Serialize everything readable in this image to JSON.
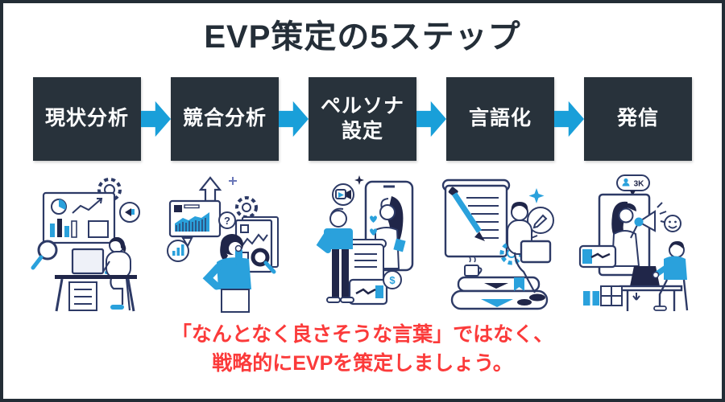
{
  "title": "EVP策定の5ステップ",
  "steps": [
    {
      "label": "現状分析",
      "illustration": "person-analyzing-data-at-desk"
    },
    {
      "label": "競合分析",
      "illustration": "woman-thinking-with-comparison-charts"
    },
    {
      "label": "ペルソナ\n設定",
      "illustration": "man-viewing-persona-on-smartphone"
    },
    {
      "label": "言語化",
      "illustration": "person-on-book-stack-writing-with-laptop"
    },
    {
      "label": "発信",
      "illustration": "woman-with-megaphone-broadcasting-from-screen"
    }
  ],
  "footer": {
    "line1": "「なんとなく良さそうな言葉」ではなく、",
    "line2": "戦略的にEVPを策定しましょう。"
  },
  "icons": {
    "question_mark": "?",
    "dollar": "$",
    "followers_badge": "3K"
  },
  "colors": {
    "background": "#ffffff",
    "border_dark": "#232d36",
    "title_dark": "#242e38",
    "box_dark": "#28323b",
    "arrow_blue": "#199fd9",
    "footer_red": "#fb3a3a",
    "illus_navy": "#2d3a66",
    "illus_blue": "#2aa1dc",
    "illus_dark_navy": "#202649"
  }
}
